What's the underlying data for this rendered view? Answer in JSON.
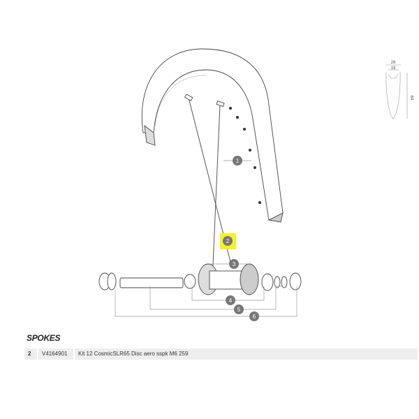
{
  "section_title": "SPOKES",
  "parts": [
    {
      "ref": "2",
      "code": "V4164901",
      "description": "Kit 12 CosmicSLR65 Disc aero sspk M6 259"
    }
  ],
  "callouts": [
    "1",
    "2",
    "3",
    "4",
    "5",
    "6"
  ],
  "highlighted_callout": "2",
  "profile_dimensions": {
    "outer_width": "26",
    "inner_width": "19",
    "depth": "64"
  },
  "colors": {
    "highlight": "#f5f22a",
    "callout": "#777777"
  }
}
